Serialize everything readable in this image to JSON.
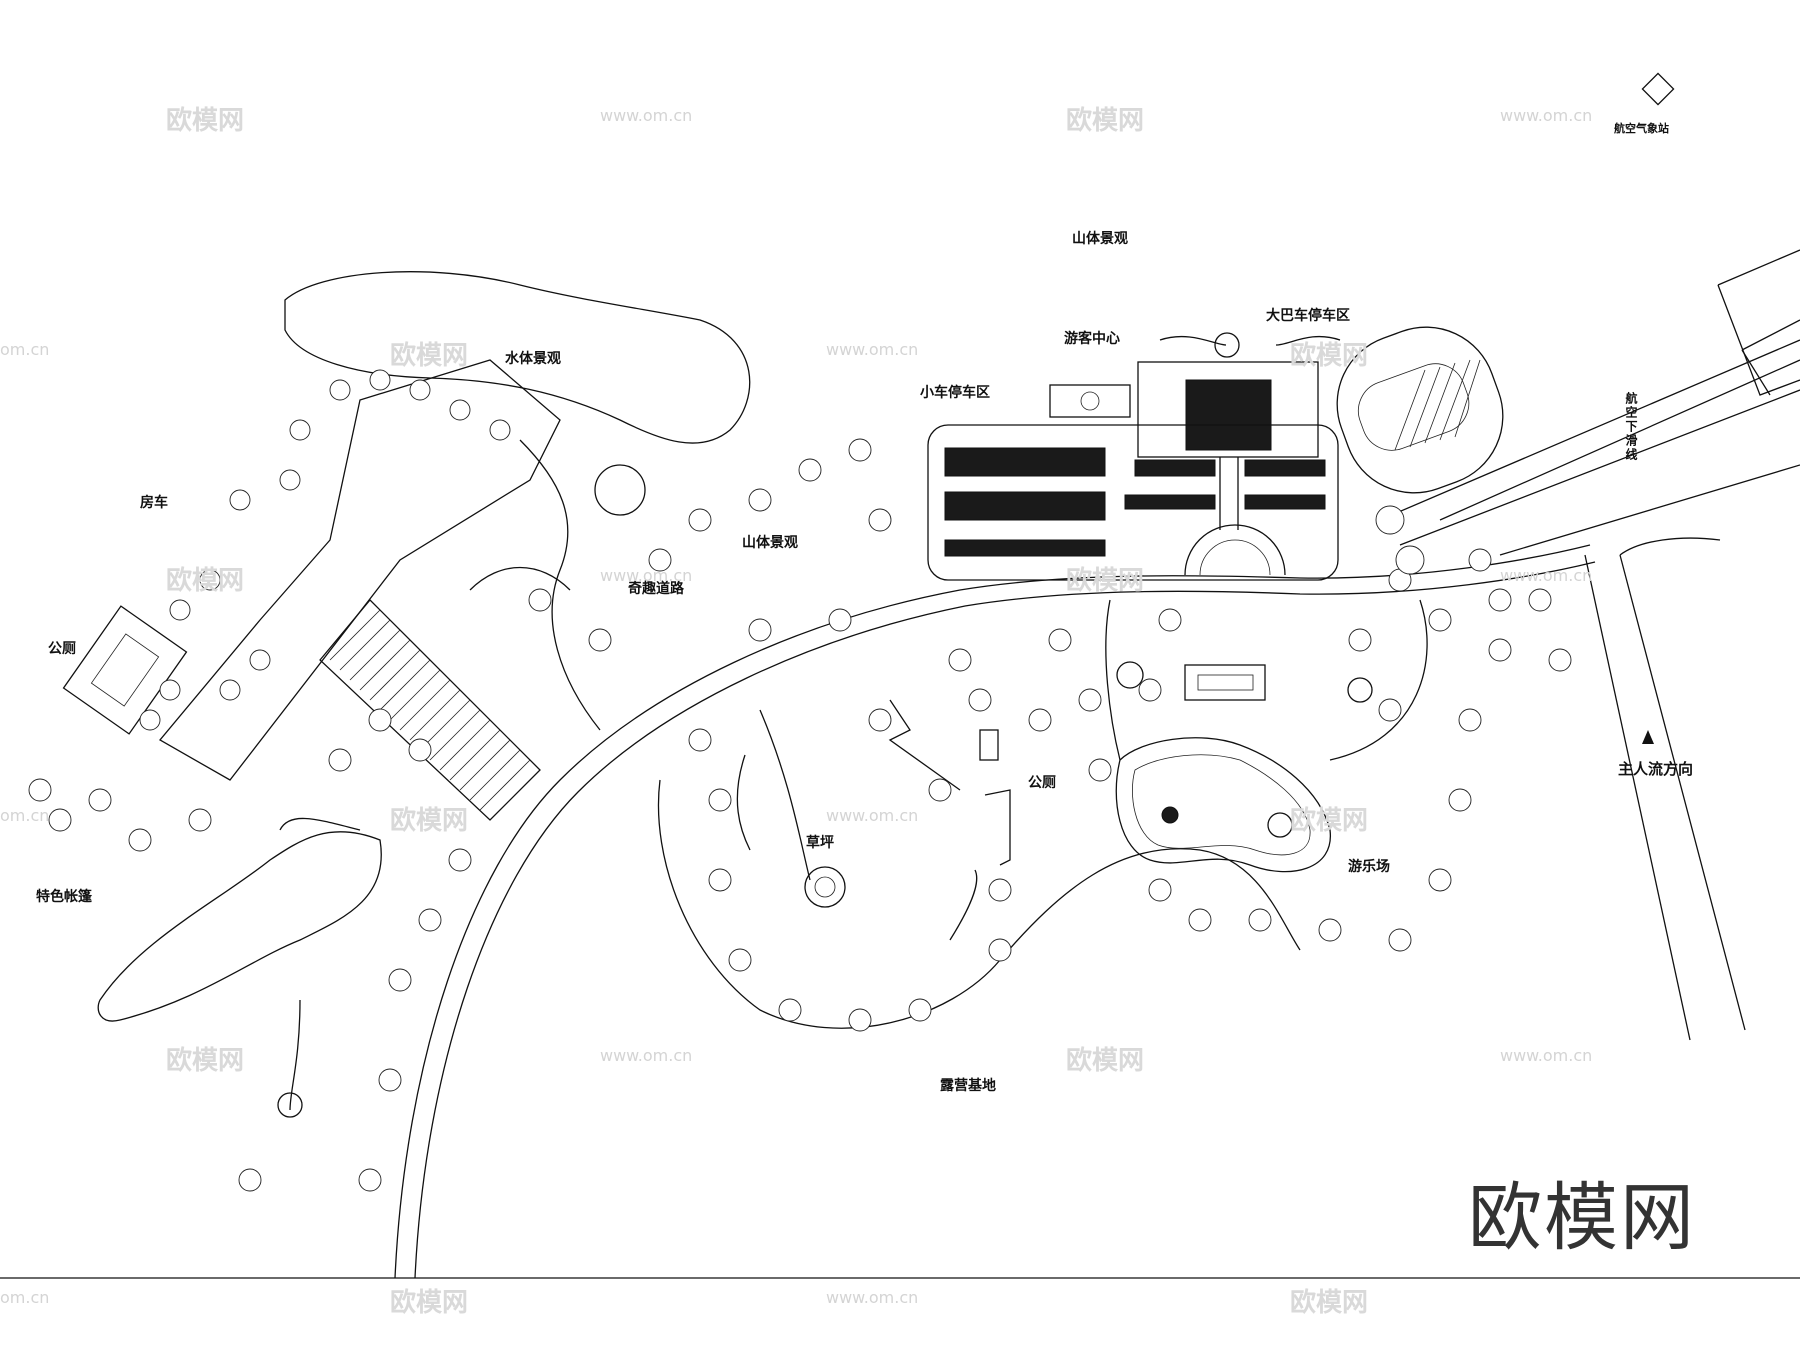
{
  "labels": {
    "aviation_weather_station": "航空气象站",
    "mountain_landscape_top": "山体景观",
    "water_landscape": "水体景观",
    "visitor_center": "游客中心",
    "bus_parking": "大巴车停车区",
    "car_parking": "小车停车区",
    "mountain_landscape_mid": "山体景观",
    "rv": "房车",
    "toilet_left": "公厕",
    "interesting_road": "奇趣道路",
    "taxiway": "航空下滑线",
    "main_flow_direction": "主人流方向",
    "toilet_mid": "公厕",
    "lawn": "草坪",
    "playground": "游乐场",
    "feature_tents": "特色帐篷",
    "camping_base": "露营基地"
  },
  "watermarks": {
    "brand": "欧模网",
    "url": "www.om.cn",
    "url_short": "om.cn"
  },
  "colors": {
    "line": "#111111",
    "watermark": "#d9d9d9"
  }
}
